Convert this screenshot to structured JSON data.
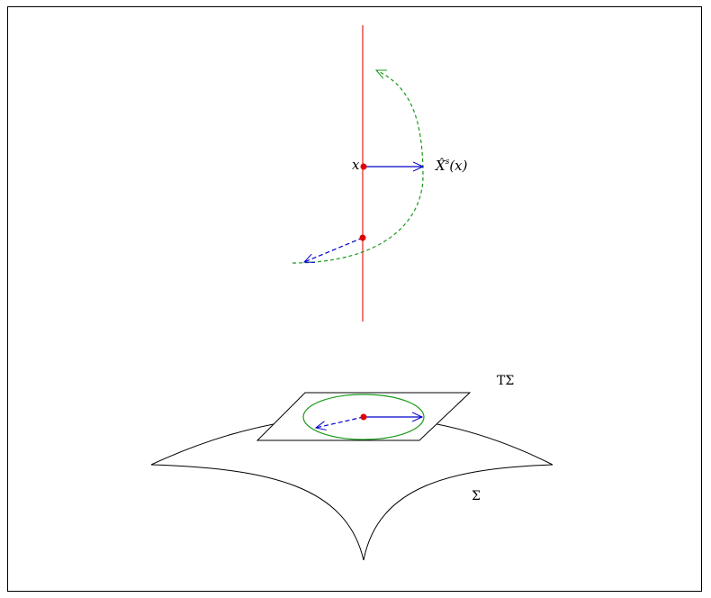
{
  "labels": {
    "point_x": "x",
    "vector_field_symbol": "X̂",
    "vector_field_superscript": "s",
    "vector_field_argument": "(x)",
    "tangent_bundle": "TΣ",
    "surface": "Σ"
  },
  "colors": {
    "line": "#e8322a",
    "point": "#e00000",
    "vector": "#0000cc",
    "flow": "#1a9b1a",
    "outline": "#000000"
  }
}
